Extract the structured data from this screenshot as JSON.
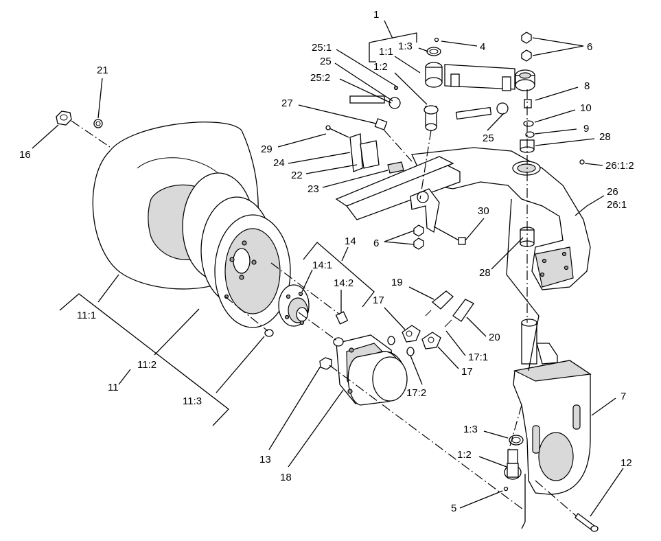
{
  "callouts": [
    {
      "id": "c1",
      "text": "1"
    },
    {
      "id": "c1-1",
      "text": "1:1"
    },
    {
      "id": "c1-3a",
      "text": "1:3"
    },
    {
      "id": "c4",
      "text": "4"
    },
    {
      "id": "c6a",
      "text": "6"
    },
    {
      "id": "c25-1",
      "text": "25:1"
    },
    {
      "id": "c25a",
      "text": "25"
    },
    {
      "id": "c1-2a",
      "text": "1:2"
    },
    {
      "id": "c25-2",
      "text": "25:2"
    },
    {
      "id": "c8",
      "text": "8"
    },
    {
      "id": "c10",
      "text": "10"
    },
    {
      "id": "c9",
      "text": "9"
    },
    {
      "id": "c28a",
      "text": "28"
    },
    {
      "id": "c21",
      "text": "21"
    },
    {
      "id": "c27",
      "text": "27"
    },
    {
      "id": "c25b",
      "text": "25"
    },
    {
      "id": "c16",
      "text": "16"
    },
    {
      "id": "c29",
      "text": "29"
    },
    {
      "id": "c24",
      "text": "24"
    },
    {
      "id": "c26-1-2",
      "text": "26:1:2"
    },
    {
      "id": "c22",
      "text": "22"
    },
    {
      "id": "c23",
      "text": "23"
    },
    {
      "id": "c26",
      "text": "26"
    },
    {
      "id": "c26-1",
      "text": "26:1"
    },
    {
      "id": "c30",
      "text": "30"
    },
    {
      "id": "c14",
      "text": "14"
    },
    {
      "id": "c6b",
      "text": "6"
    },
    {
      "id": "c14-1",
      "text": "14:1"
    },
    {
      "id": "c28b",
      "text": "28"
    },
    {
      "id": "c19",
      "text": "19"
    },
    {
      "id": "c14-2",
      "text": "14:2"
    },
    {
      "id": "c17a",
      "text": "17"
    },
    {
      "id": "c11-1",
      "text": "11:1"
    },
    {
      "id": "c20",
      "text": "20"
    },
    {
      "id": "c17-1",
      "text": "17:1"
    },
    {
      "id": "c11-2",
      "text": "11:2"
    },
    {
      "id": "c17b",
      "text": "17"
    },
    {
      "id": "c11",
      "text": "11"
    },
    {
      "id": "c17-2",
      "text": "17:2"
    },
    {
      "id": "c11-3",
      "text": "11:3"
    },
    {
      "id": "c7",
      "text": "7"
    },
    {
      "id": "c1-3b",
      "text": "1:3"
    },
    {
      "id": "c13",
      "text": "13"
    },
    {
      "id": "c18",
      "text": "18"
    },
    {
      "id": "c1-2b",
      "text": "1:2"
    },
    {
      "id": "c12",
      "text": "12"
    },
    {
      "id": "c5",
      "text": "5"
    }
  ]
}
